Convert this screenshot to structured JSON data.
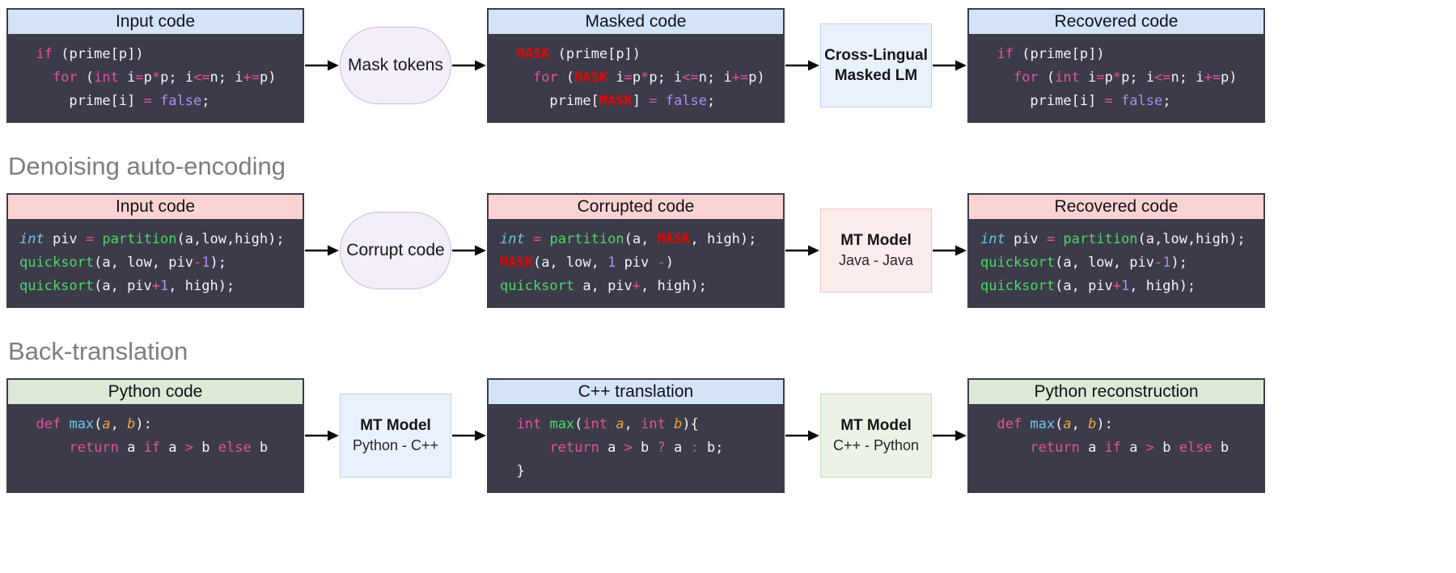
{
  "colors": {
    "header_blue": "#d3e3f8",
    "header_pink": "#fcd3d3",
    "header_green": "#dbe9d5",
    "code_bg": "#3b3b4a",
    "oval_bg": "#f3eef8",
    "oval_border": "#cbb6dc",
    "model_blue_bg": "#eaf1fc",
    "model_blue_border": "#bcd0ec",
    "model_pink_bg": "#fcecec",
    "model_pink_border": "#f2c6c6",
    "model_green_bg": "#ecf3e6",
    "model_green_border": "#c6debb",
    "syntax": {
      "keyword": "#e8519d",
      "operator": "#e8519d",
      "mask": "#e10800",
      "literal": "#b18cf0",
      "type": "#6cc7ea",
      "function": "#4cd964",
      "cyan_function": "#6cc7ea",
      "param": "#eda33c",
      "plain": "#f4f4f6"
    }
  },
  "rows": [
    {
      "left": {
        "title": "Input code",
        "code": [
          [
            [
              "pl",
              "  "
            ],
            [
              "kw",
              "if"
            ],
            [
              "pl",
              " (prime[p])"
            ]
          ],
          [
            [
              "pl",
              "    "
            ],
            [
              "kw",
              "for"
            ],
            [
              "pl",
              " ("
            ],
            [
              "kw",
              "int"
            ],
            [
              "pl",
              " i"
            ],
            [
              "op",
              "="
            ],
            [
              "pl",
              "p"
            ],
            [
              "op",
              "*"
            ],
            [
              "pl",
              "p; i"
            ],
            [
              "op",
              "<="
            ],
            [
              "pl",
              "n; i"
            ],
            [
              "op",
              "+="
            ],
            [
              "pl",
              "p)"
            ]
          ],
          [
            [
              "pl",
              "      prime[i] "
            ],
            [
              "op",
              "="
            ],
            [
              "pl",
              " "
            ],
            [
              "lit",
              "false"
            ],
            [
              "pl",
              ";"
            ]
          ]
        ]
      },
      "node1": {
        "label": "Mask tokens"
      },
      "mid": {
        "title": "Masked code",
        "code": [
          [
            [
              "pl",
              "  "
            ],
            [
              "mask",
              "MASK"
            ],
            [
              "pl",
              " (prime[p])"
            ]
          ],
          [
            [
              "pl",
              "    "
            ],
            [
              "kw",
              "for"
            ],
            [
              "pl",
              " ("
            ],
            [
              "mask",
              "MASK"
            ],
            [
              "pl",
              " i"
            ],
            [
              "op",
              "="
            ],
            [
              "pl",
              "p"
            ],
            [
              "op",
              "*"
            ],
            [
              "pl",
              "p; i"
            ],
            [
              "op",
              "<="
            ],
            [
              "pl",
              "n; i"
            ],
            [
              "op",
              "+="
            ],
            [
              "pl",
              "p)"
            ]
          ],
          [
            [
              "pl",
              "      prime["
            ],
            [
              "mask",
              "MASK"
            ],
            [
              "pl",
              "] "
            ],
            [
              "op",
              "="
            ],
            [
              "pl",
              " "
            ],
            [
              "lit",
              "false"
            ],
            [
              "pl",
              ";"
            ]
          ]
        ]
      },
      "node2": {
        "title": "Cross-Lingual",
        "subtitle": "Masked LM"
      },
      "right": {
        "title": "Recovered code",
        "code": [
          [
            [
              "pl",
              "  "
            ],
            [
              "kw",
              "if"
            ],
            [
              "pl",
              " (prime[p])"
            ]
          ],
          [
            [
              "pl",
              "    "
            ],
            [
              "kw",
              "for"
            ],
            [
              "pl",
              " ("
            ],
            [
              "kw",
              "int"
            ],
            [
              "pl",
              " i"
            ],
            [
              "op",
              "="
            ],
            [
              "pl",
              "p"
            ],
            [
              "op",
              "*"
            ],
            [
              "pl",
              "p; i"
            ],
            [
              "op",
              "<="
            ],
            [
              "pl",
              "n; i"
            ],
            [
              "op",
              "+="
            ],
            [
              "pl",
              "p)"
            ]
          ],
          [
            [
              "pl",
              "      prime[i] "
            ],
            [
              "op",
              "="
            ],
            [
              "pl",
              " "
            ],
            [
              "lit",
              "false"
            ],
            [
              "pl",
              ";"
            ]
          ]
        ]
      }
    },
    {
      "label": "Denoising auto-encoding",
      "left": {
        "title": "Input code",
        "code": [
          [
            [
              "typ",
              "int"
            ],
            [
              "pl",
              " piv "
            ],
            [
              "op",
              "="
            ],
            [
              "pl",
              " "
            ],
            [
              "fn",
              "partition"
            ],
            [
              "pl",
              "(a,low,high);"
            ]
          ],
          [
            [
              "fn",
              "quicksort"
            ],
            [
              "pl",
              "(a, low, piv"
            ],
            [
              "op",
              "-"
            ],
            [
              "lit",
              "1"
            ],
            [
              "pl",
              ");"
            ]
          ],
          [
            [
              "fn",
              "quicksort"
            ],
            [
              "pl",
              "(a, piv"
            ],
            [
              "op",
              "+"
            ],
            [
              "lit",
              "1"
            ],
            [
              "pl",
              ", high);"
            ]
          ]
        ]
      },
      "node1": {
        "label": "Corrupt code"
      },
      "mid": {
        "title": "Corrupted code",
        "code": [
          [
            [
              "typ",
              "int"
            ],
            [
              "pl",
              " "
            ],
            [
              "op",
              "="
            ],
            [
              "pl",
              " "
            ],
            [
              "fn",
              "partition"
            ],
            [
              "pl",
              "(a, "
            ],
            [
              "mask",
              "MASK"
            ],
            [
              "pl",
              ", high);"
            ]
          ],
          [
            [
              "mask",
              "MASK"
            ],
            [
              "pl",
              "(a, low, "
            ],
            [
              "lit",
              "1"
            ],
            [
              "pl",
              " piv "
            ],
            [
              "op",
              "-"
            ],
            [
              "pl",
              ")"
            ]
          ],
          [
            [
              "fn",
              "quicksort"
            ],
            [
              "pl",
              " a, piv"
            ],
            [
              "op",
              "+"
            ],
            [
              "pl",
              ", high);"
            ]
          ]
        ]
      },
      "node2": {
        "title": "MT Model",
        "subtitle": "Java - Java"
      },
      "right": {
        "title": "Recovered code",
        "code": [
          [
            [
              "typ",
              "int"
            ],
            [
              "pl",
              " piv "
            ],
            [
              "op",
              "="
            ],
            [
              "pl",
              " "
            ],
            [
              "fn",
              "partition"
            ],
            [
              "pl",
              "(a,low,high);"
            ]
          ],
          [
            [
              "fn",
              "quicksort"
            ],
            [
              "pl",
              "(a, low, piv"
            ],
            [
              "op",
              "-"
            ],
            [
              "lit",
              "1"
            ],
            [
              "pl",
              ");"
            ]
          ],
          [
            [
              "fn",
              "quicksort"
            ],
            [
              "pl",
              "(a, piv"
            ],
            [
              "op",
              "+"
            ],
            [
              "lit",
              "1"
            ],
            [
              "pl",
              ", high);"
            ]
          ]
        ]
      }
    },
    {
      "label": "Back-translation",
      "left": {
        "title": "Python code",
        "code": [
          [
            [
              "pl",
              "  "
            ],
            [
              "kw",
              "def"
            ],
            [
              "pl",
              " "
            ],
            [
              "cyfn",
              "max"
            ],
            [
              "pl",
              "("
            ],
            [
              "par",
              "a"
            ],
            [
              "pl",
              ", "
            ],
            [
              "par",
              "b"
            ],
            [
              "pl",
              "):"
            ]
          ],
          [
            [
              "pl",
              "      "
            ],
            [
              "kw",
              "return"
            ],
            [
              "pl",
              " a "
            ],
            [
              "kw",
              "if"
            ],
            [
              "pl",
              " a "
            ],
            [
              "op",
              ">"
            ],
            [
              "pl",
              " b "
            ],
            [
              "kw",
              "else"
            ],
            [
              "pl",
              " b"
            ]
          ]
        ]
      },
      "node1": {
        "title": "MT Model",
        "subtitle": "Python - C++"
      },
      "mid": {
        "title": "C++ translation",
        "code": [
          [
            [
              "pl",
              "  "
            ],
            [
              "kw",
              "int"
            ],
            [
              "pl",
              " "
            ],
            [
              "fn",
              "max"
            ],
            [
              "pl",
              "("
            ],
            [
              "kw",
              "int"
            ],
            [
              "pl",
              " "
            ],
            [
              "par",
              "a"
            ],
            [
              "pl",
              ", "
            ],
            [
              "kw",
              "int"
            ],
            [
              "pl",
              " "
            ],
            [
              "par",
              "b"
            ],
            [
              "pl",
              "){"
            ]
          ],
          [
            [
              "pl",
              "      "
            ],
            [
              "kw",
              "return"
            ],
            [
              "pl",
              " a "
            ],
            [
              "op",
              ">"
            ],
            [
              "pl",
              " b "
            ],
            [
              "op",
              "?"
            ],
            [
              "pl",
              " a "
            ],
            [
              "op",
              ":"
            ],
            [
              "pl",
              " b;"
            ]
          ],
          [
            [
              "pl",
              "  }"
            ]
          ]
        ]
      },
      "node2": {
        "title": "MT Model",
        "subtitle": "C++ - Python"
      },
      "right": {
        "title": "Python reconstruction",
        "code": [
          [
            [
              "pl",
              "  "
            ],
            [
              "kw",
              "def"
            ],
            [
              "pl",
              " "
            ],
            [
              "cyfn",
              "max"
            ],
            [
              "pl",
              "("
            ],
            [
              "par",
              "a"
            ],
            [
              "pl",
              ", "
            ],
            [
              "par",
              "b"
            ],
            [
              "pl",
              "):"
            ]
          ],
          [
            [
              "pl",
              "      "
            ],
            [
              "kw",
              "return"
            ],
            [
              "pl",
              " a "
            ],
            [
              "kw",
              "if"
            ],
            [
              "pl",
              " a "
            ],
            [
              "op",
              ">"
            ],
            [
              "pl",
              " b "
            ],
            [
              "kw",
              "else"
            ],
            [
              "pl",
              " b"
            ]
          ]
        ]
      }
    }
  ]
}
